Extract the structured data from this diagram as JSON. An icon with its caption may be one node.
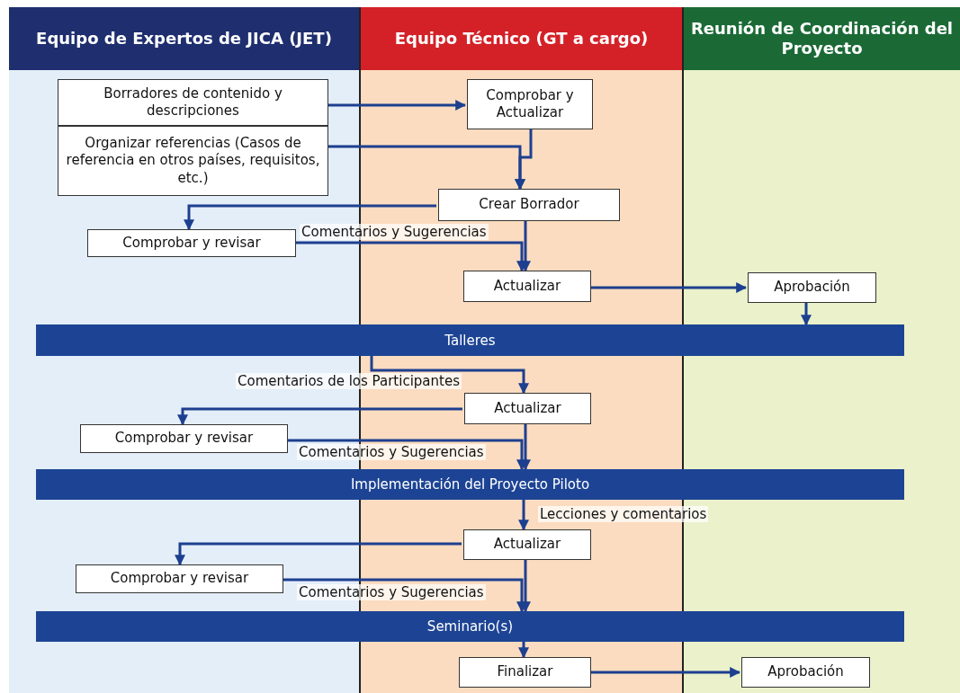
{
  "diagram": {
    "nodes": [
      {
        "text": [
          "Equipo de Expertos de JICA (JET)"
        ]
      },
      {
        "text": [
          "Equipo Técnico (GT a cargo)"
        ]
      },
      {
        "text": [
          "Reunión de Coordinación del Proyecto"
        ]
      },
      {
        "text": [
          "Borradores de contenido y descripciones"
        ],
        "in": 0
      },
      {
        "text": [
          "Organizar referencias (Casos de referencia en otros países, requisitos, etc.)"
        ],
        "in": 0
      },
      {
        "text": [
          "Comprobar y Actualizar"
        ],
        "in": 1
      },
      {
        "text": [
          "Crear Borrador"
        ],
        "in": 1
      },
      {
        "text": [
          "Comprobar y revisar"
        ],
        "in": 0
      },
      {
        "text": [
          "Actualizar"
        ],
        "in": 1
      },
      {
        "text": [
          "Aprobación"
        ],
        "in": 2
      },
      {
        "text": [
          "Talleres"
        ]
      },
      {
        "text": [
          "Actualizar"
        ],
        "in": 1
      },
      {
        "text": [
          "Comprobar y revisar"
        ],
        "in": 0
      },
      {
        "text": [
          "Implementación del Proyecto Piloto"
        ]
      },
      {
        "text": [
          "Actualizar"
        ],
        "in": 1
      },
      {
        "text": [
          "Comprobar y revisar"
        ],
        "in": 0
      },
      {
        "text": [
          "Seminario(s)"
        ]
      },
      {
        "text": [
          "Finalizar"
        ],
        "in": 1
      },
      {
        "text": [
          "Aprobación"
        ],
        "in": 2
      }
    ],
    "edges": [
      {
        "from": 3,
        "to": 5,
        "arrow": "to"
      },
      {
        "from": 4,
        "to": 6,
        "arrow": "to"
      },
      {
        "from": 5,
        "to": 6,
        "arrow": "to"
      },
      {
        "from": 6,
        "to": 7,
        "arrow": "to"
      },
      {
        "from": 7,
        "to": 8,
        "arrow": "to",
        "label": "Comentarios y Sugerencias"
      },
      {
        "from": 6,
        "to": 8,
        "arrow": "to"
      },
      {
        "from": 8,
        "to": 9,
        "arrow": "to"
      },
      {
        "from": 9,
        "to": 10,
        "arrow": "to"
      },
      {
        "from": 10,
        "to": 11,
        "arrow": "to",
        "label": "Comentarios de los Participantes"
      },
      {
        "from": 11,
        "to": 12,
        "arrow": "to"
      },
      {
        "from": 12,
        "to": 13,
        "arrow": "to",
        "label": "Comentarios y Sugerencias"
      },
      {
        "from": 11,
        "to": 13,
        "arrow": "to"
      },
      {
        "from": 13,
        "to": 14,
        "arrow": "to",
        "label": "Lecciones y comentarios"
      },
      {
        "from": 14,
        "to": 15,
        "arrow": "to"
      },
      {
        "from": 15,
        "to": 16,
        "arrow": "to",
        "label": "Comentarios y Sugerencias"
      },
      {
        "from": 14,
        "to": 16,
        "arrow": "to"
      },
      {
        "from": 16,
        "to": 17,
        "arrow": "to"
      },
      {
        "from": 17,
        "to": 18,
        "arrow": "to"
      }
    ]
  }
}
